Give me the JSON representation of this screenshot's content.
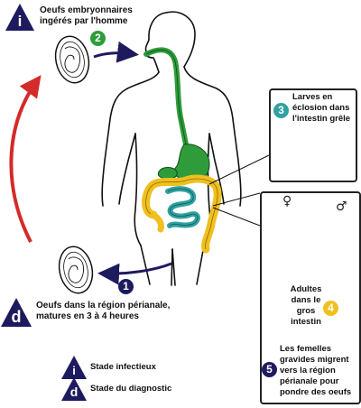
{
  "steps": [
    {
      "number": "1",
      "color": "#1e1a5e"
    },
    {
      "number": "2",
      "color": "#2e9c3a"
    },
    {
      "number": "3",
      "color": "#2fa1a0"
    },
    {
      "number": "4",
      "color": "#f0c020"
    },
    {
      "number": "5",
      "color": "#1e1a5e"
    }
  ],
  "labels": {
    "eggs_ingested": "Oeufs embryonnaires ingérés par l'homme",
    "larvae_hatching": "Larves en éclosion dans l'intestin grêle",
    "adults": "Adultes dans le gros intestin",
    "females_migrate": "Les femelles gravides migrent vers la région périanale pour pondre des oeufs",
    "eggs_perianal": "Oeufs dans la région périanale, matures en 3 à 4 heures"
  },
  "legend": {
    "infective_letter": "i",
    "infective_label": "Stade infectieux",
    "diagnostic_letter": "d",
    "diagnostic_label": "Stade du diagnostic"
  },
  "badges": {
    "infective_letter": "i",
    "diagnostic_letter": "d"
  },
  "symbols": {
    "female": "♀",
    "male": "♂"
  },
  "colors": {
    "badge": "#1e1a5e",
    "arrow_dark": "#1e1a5e",
    "arrow_red": "#d42a2a",
    "digestive_green": "#2e9c3a",
    "intestine_yellow": "#f0c020",
    "intestine_teal": "#2fa1a0"
  }
}
